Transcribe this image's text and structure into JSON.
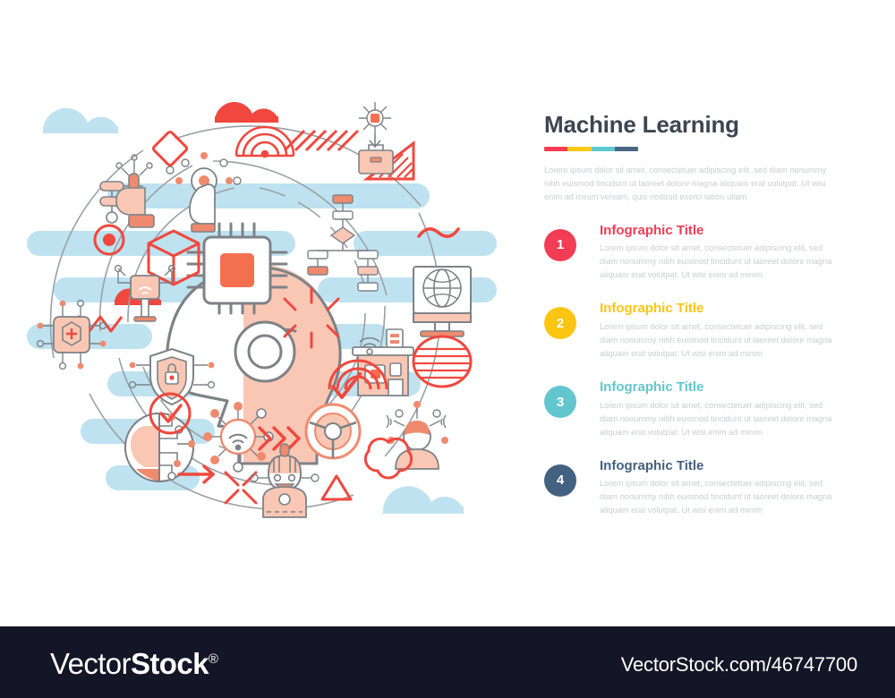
{
  "panel": {
    "title": "Machine Learning",
    "accent_segments": [
      "#f23d55",
      "#fcc917",
      "#5bc8d2",
      "#4a6583"
    ],
    "intro": "Lorem ipsum dolor sit amet, consectetuer adipiscing elit, sed diam nonummy nibh euismod tincidunt ut laoreet dolore magna aliquam erat volutpat. Ut wisi enim ad minim veniam, quis nostrud exerci tation ullam",
    "items": [
      {
        "number": "1",
        "title": "Infographic Title",
        "desc": "Lorem ipsum dolor sit amet, consectetuer adipiscing elit, sed diam nonummy nibh euismod tincidunt ut laoreet dolore magna aliquam erat volutpat. Ut wisi enim ad minim",
        "color": "#f23d55"
      },
      {
        "number": "2",
        "title": "Infographic Title",
        "desc": "Lorem ipsum dolor sit amet, consectetuer adipiscing elit, sed diam nonummy nibh euismod tincidunt ut laoreet dolore magna aliquam erat volutpat. Ut wisi enim ad minim",
        "color": "#fcc511"
      },
      {
        "number": "3",
        "title": "Infographic Title",
        "desc": "Lorem ipsum dolor sit amet, consectetuer adipiscing elit, sed diam nonummy nibh euismod tincidunt ut laoreet dolore magna aliquam erat volutpat. Ut wisi enim ad minim",
        "color": "#63c6cf"
      },
      {
        "number": "4",
        "title": "Infographic Title",
        "desc": "Lorem ipsum dolor sit amet, consectetuer adipiscing elit, sed diam nonummy nibh euismod tincidunt ut laoreet dolore magna aliquam erat volutpat. Ut wisi enim ad minim",
        "color": "#436180"
      }
    ]
  },
  "illustration": {
    "concept": "machine-learning-icon-cloud",
    "palette": {
      "line": "#7d8287",
      "red": "#f0483e",
      "salmon": "#f08a6e",
      "skin": "#f9c7b4",
      "band": "#bfe2f0",
      "cloud": "#bfe2f0",
      "white": "#ffffff"
    },
    "center_icon": "head-with-cpu-chip-icon",
    "icon_names": [
      "cloud-icon",
      "robot-hand-icon",
      "touch-gesture-icon",
      "diamond-outline-icon",
      "cube-3d-icon",
      "signal-arc-icon",
      "hatched-square-icon",
      "hatched-triangle-icon",
      "briefcase-download-icon",
      "target-dot-icon",
      "wifi-router-icon",
      "zigzag-icon",
      "microchip-plus-icon",
      "shield-lock-icon",
      "flowchart-icon",
      "wave-tilde-icon",
      "globe-monitor-icon",
      "burst-spark-icon",
      "smart-home-icon",
      "striped-ellipse-icon",
      "rainbow-arc-icon",
      "brain-circuit-icon",
      "wifi-hub-node-icon",
      "chevrons-right-icon",
      "steering-wheel-icon",
      "person-network-icon",
      "check-circle-icon",
      "checkmark-icon",
      "arrow-right-icon",
      "cross-spark-icon",
      "robot-avatar-icon",
      "triangle-outline-icon",
      "cloverleaf-icon",
      "red-cloud-icon"
    ]
  },
  "footer": {
    "logo_light": "Vector",
    "logo_bold": "Stock",
    "logo_reg": "®",
    "url": "VectorStock.com/46747700"
  }
}
